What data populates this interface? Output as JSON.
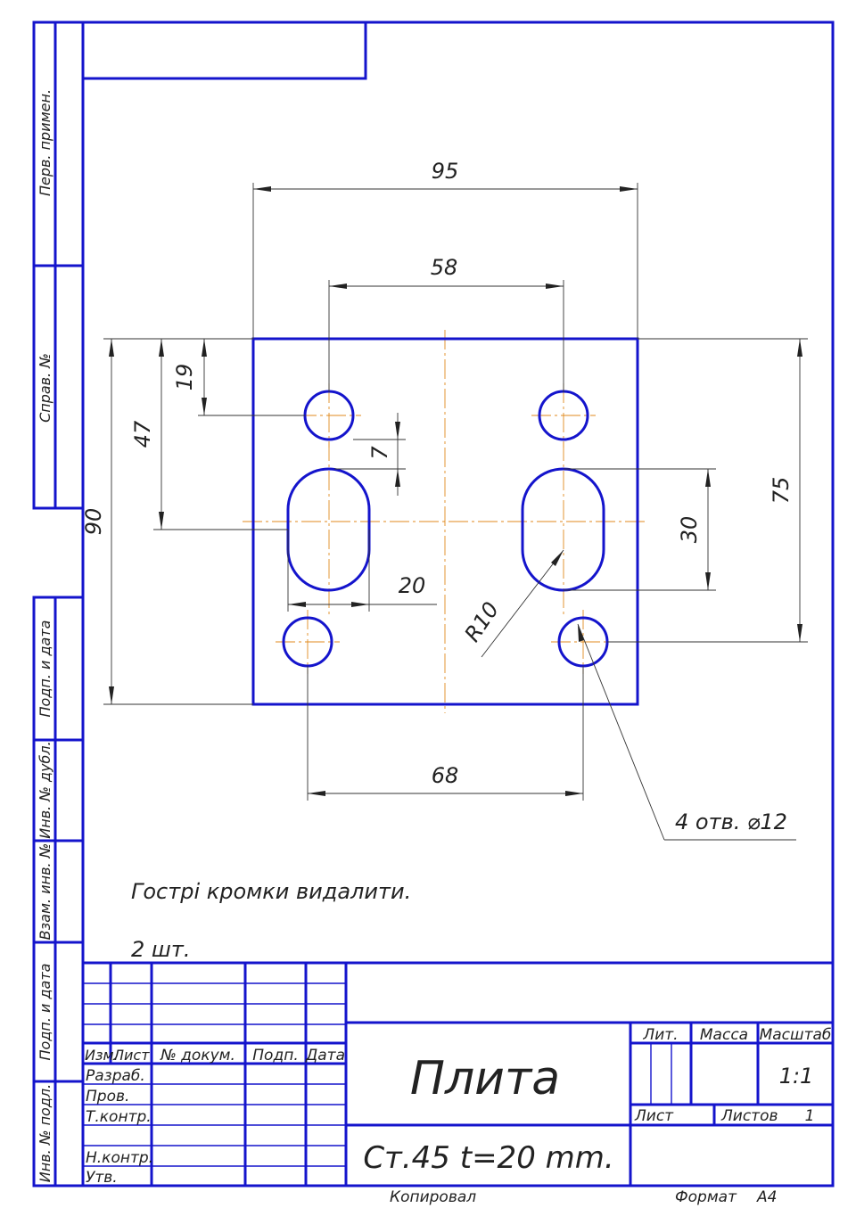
{
  "side_labels": {
    "perv_primen": "Перв. примен.",
    "sprav_no": "Справ. №",
    "podp_data_1": "Подп. и дата",
    "inv_no_dubl": "Инв. № дубл.",
    "vzam_inv_no": "Взам. инв. №",
    "podp_data_2": "Подп. и дата",
    "inv_no_podl": "Инв. № подл."
  },
  "dimensions": {
    "width_95": "95",
    "hole_spacing_58": "58",
    "hole_spacing_68": "68",
    "offset_19": "19",
    "offset_47": "47",
    "height_90": "90",
    "gap_7": "7",
    "slot_width_20": "20",
    "radius_r10": "R10",
    "slot_length_30": "30",
    "spacing_75": "75",
    "holes_note": "4 отв. ⌀12"
  },
  "notes": {
    "edges": "Гострі кромки видалити.",
    "quantity": "2 шт."
  },
  "title_block": {
    "headers": {
      "izm": "Изм.",
      "list": "Лист",
      "doc_no": "№ докум.",
      "podp": "Подп.",
      "data": "Дата"
    },
    "roles": {
      "razrab": "Разраб.",
      "prov": "Пров.",
      "t_kontr": "Т.контр.",
      "n_kontr": "Н.контр.",
      "utv": "Утв."
    },
    "part_name": "Плита",
    "material": "Ст.45 t=20 mm.",
    "lit_label": "Лит.",
    "massa_label": "Масса",
    "masshtab_label": "Масштаб",
    "scale_value": "1:1",
    "sheet_label": "Лист",
    "sheets_label": "Листов",
    "sheets_value": "1"
  },
  "footer": {
    "copied": "Копировал",
    "format_label": "Формат",
    "format_value": "A4"
  }
}
